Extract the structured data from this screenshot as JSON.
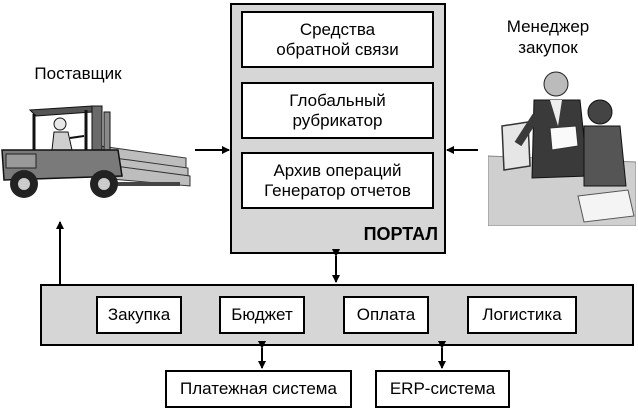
{
  "portal": {
    "title": "ПОРТАЛ",
    "modules": [
      {
        "text": "Средства\nобратной связи"
      },
      {
        "text": "Глобальный\nрубрикатор"
      },
      {
        "text": "Архив операций\nГенератор отчетов"
      }
    ]
  },
  "supplier": {
    "label": "Поставщик",
    "icon": "forklift-icon"
  },
  "manager": {
    "label": "Менеджер\nзакупок",
    "icon": "office-workers-icon"
  },
  "backend": {
    "modules": [
      "Закупка",
      "Бюджет",
      "Оплата",
      "Логистика"
    ]
  },
  "external": {
    "payment": "Платежная система",
    "erp": "ERP-система"
  },
  "colors": {
    "panel": "#d6d6d6",
    "border": "#000000",
    "box": "#ffffff"
  }
}
